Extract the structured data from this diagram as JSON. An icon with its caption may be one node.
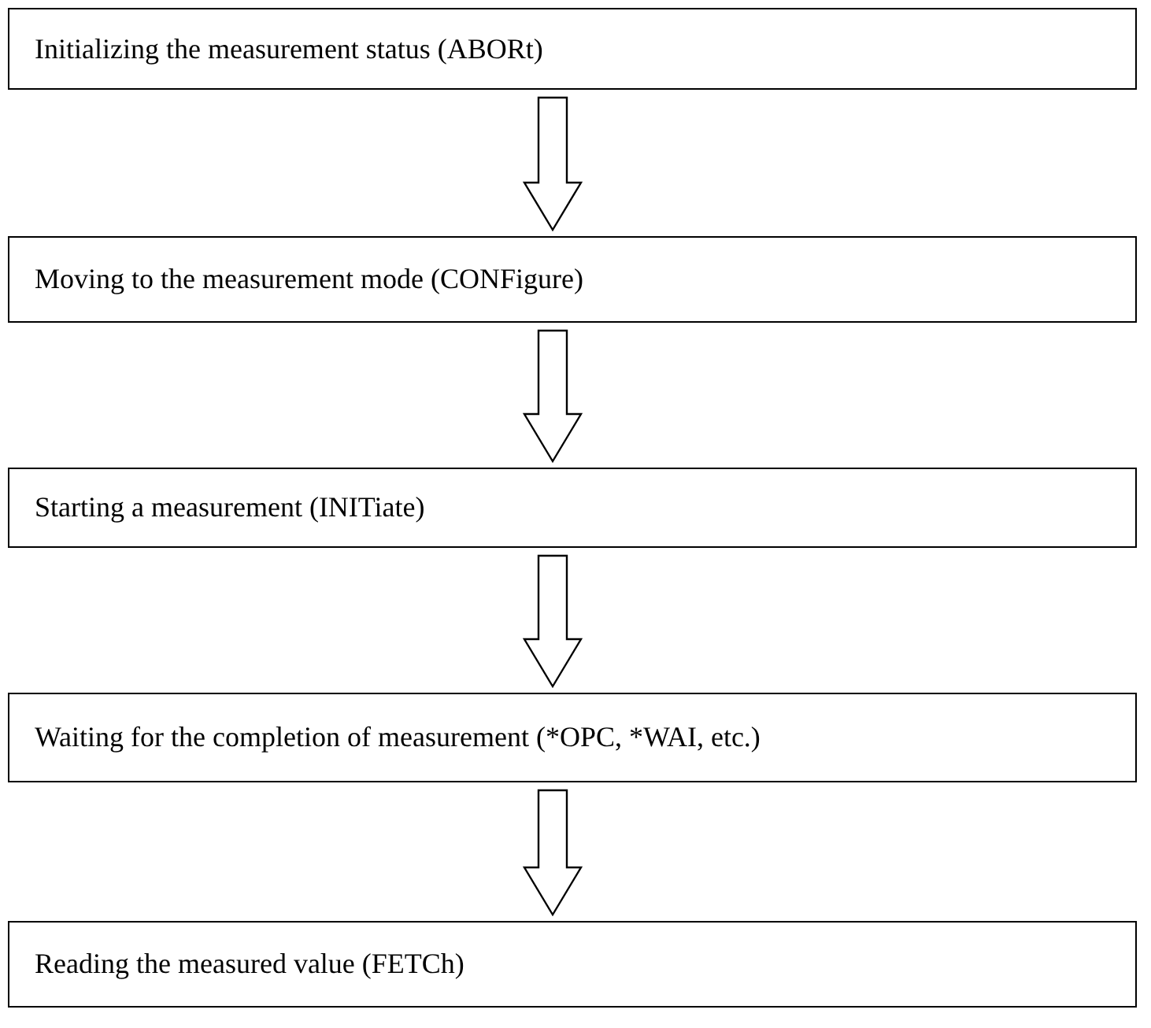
{
  "diagram": {
    "nodes": [
      {
        "text": [
          "Initializing the measurement status (ABORt)"
        ]
      },
      {
        "text": [
          "Moving to the measurement mode (CONFigure)"
        ]
      },
      {
        "text": [
          "Starting a measurement (INITiate)"
        ]
      },
      {
        "text": [
          "Waiting for the completion of measurement (*OPC, *WAI, etc.)"
        ]
      },
      {
        "text": [
          "Reading the measured value (FETCh)"
        ]
      }
    ],
    "edges": [
      {
        "from": 0,
        "to": 1,
        "arrow": "to"
      },
      {
        "from": 1,
        "to": 2,
        "arrow": "to"
      },
      {
        "from": 2,
        "to": 3,
        "arrow": "to"
      },
      {
        "from": 3,
        "to": 4,
        "arrow": "to"
      }
    ]
  }
}
